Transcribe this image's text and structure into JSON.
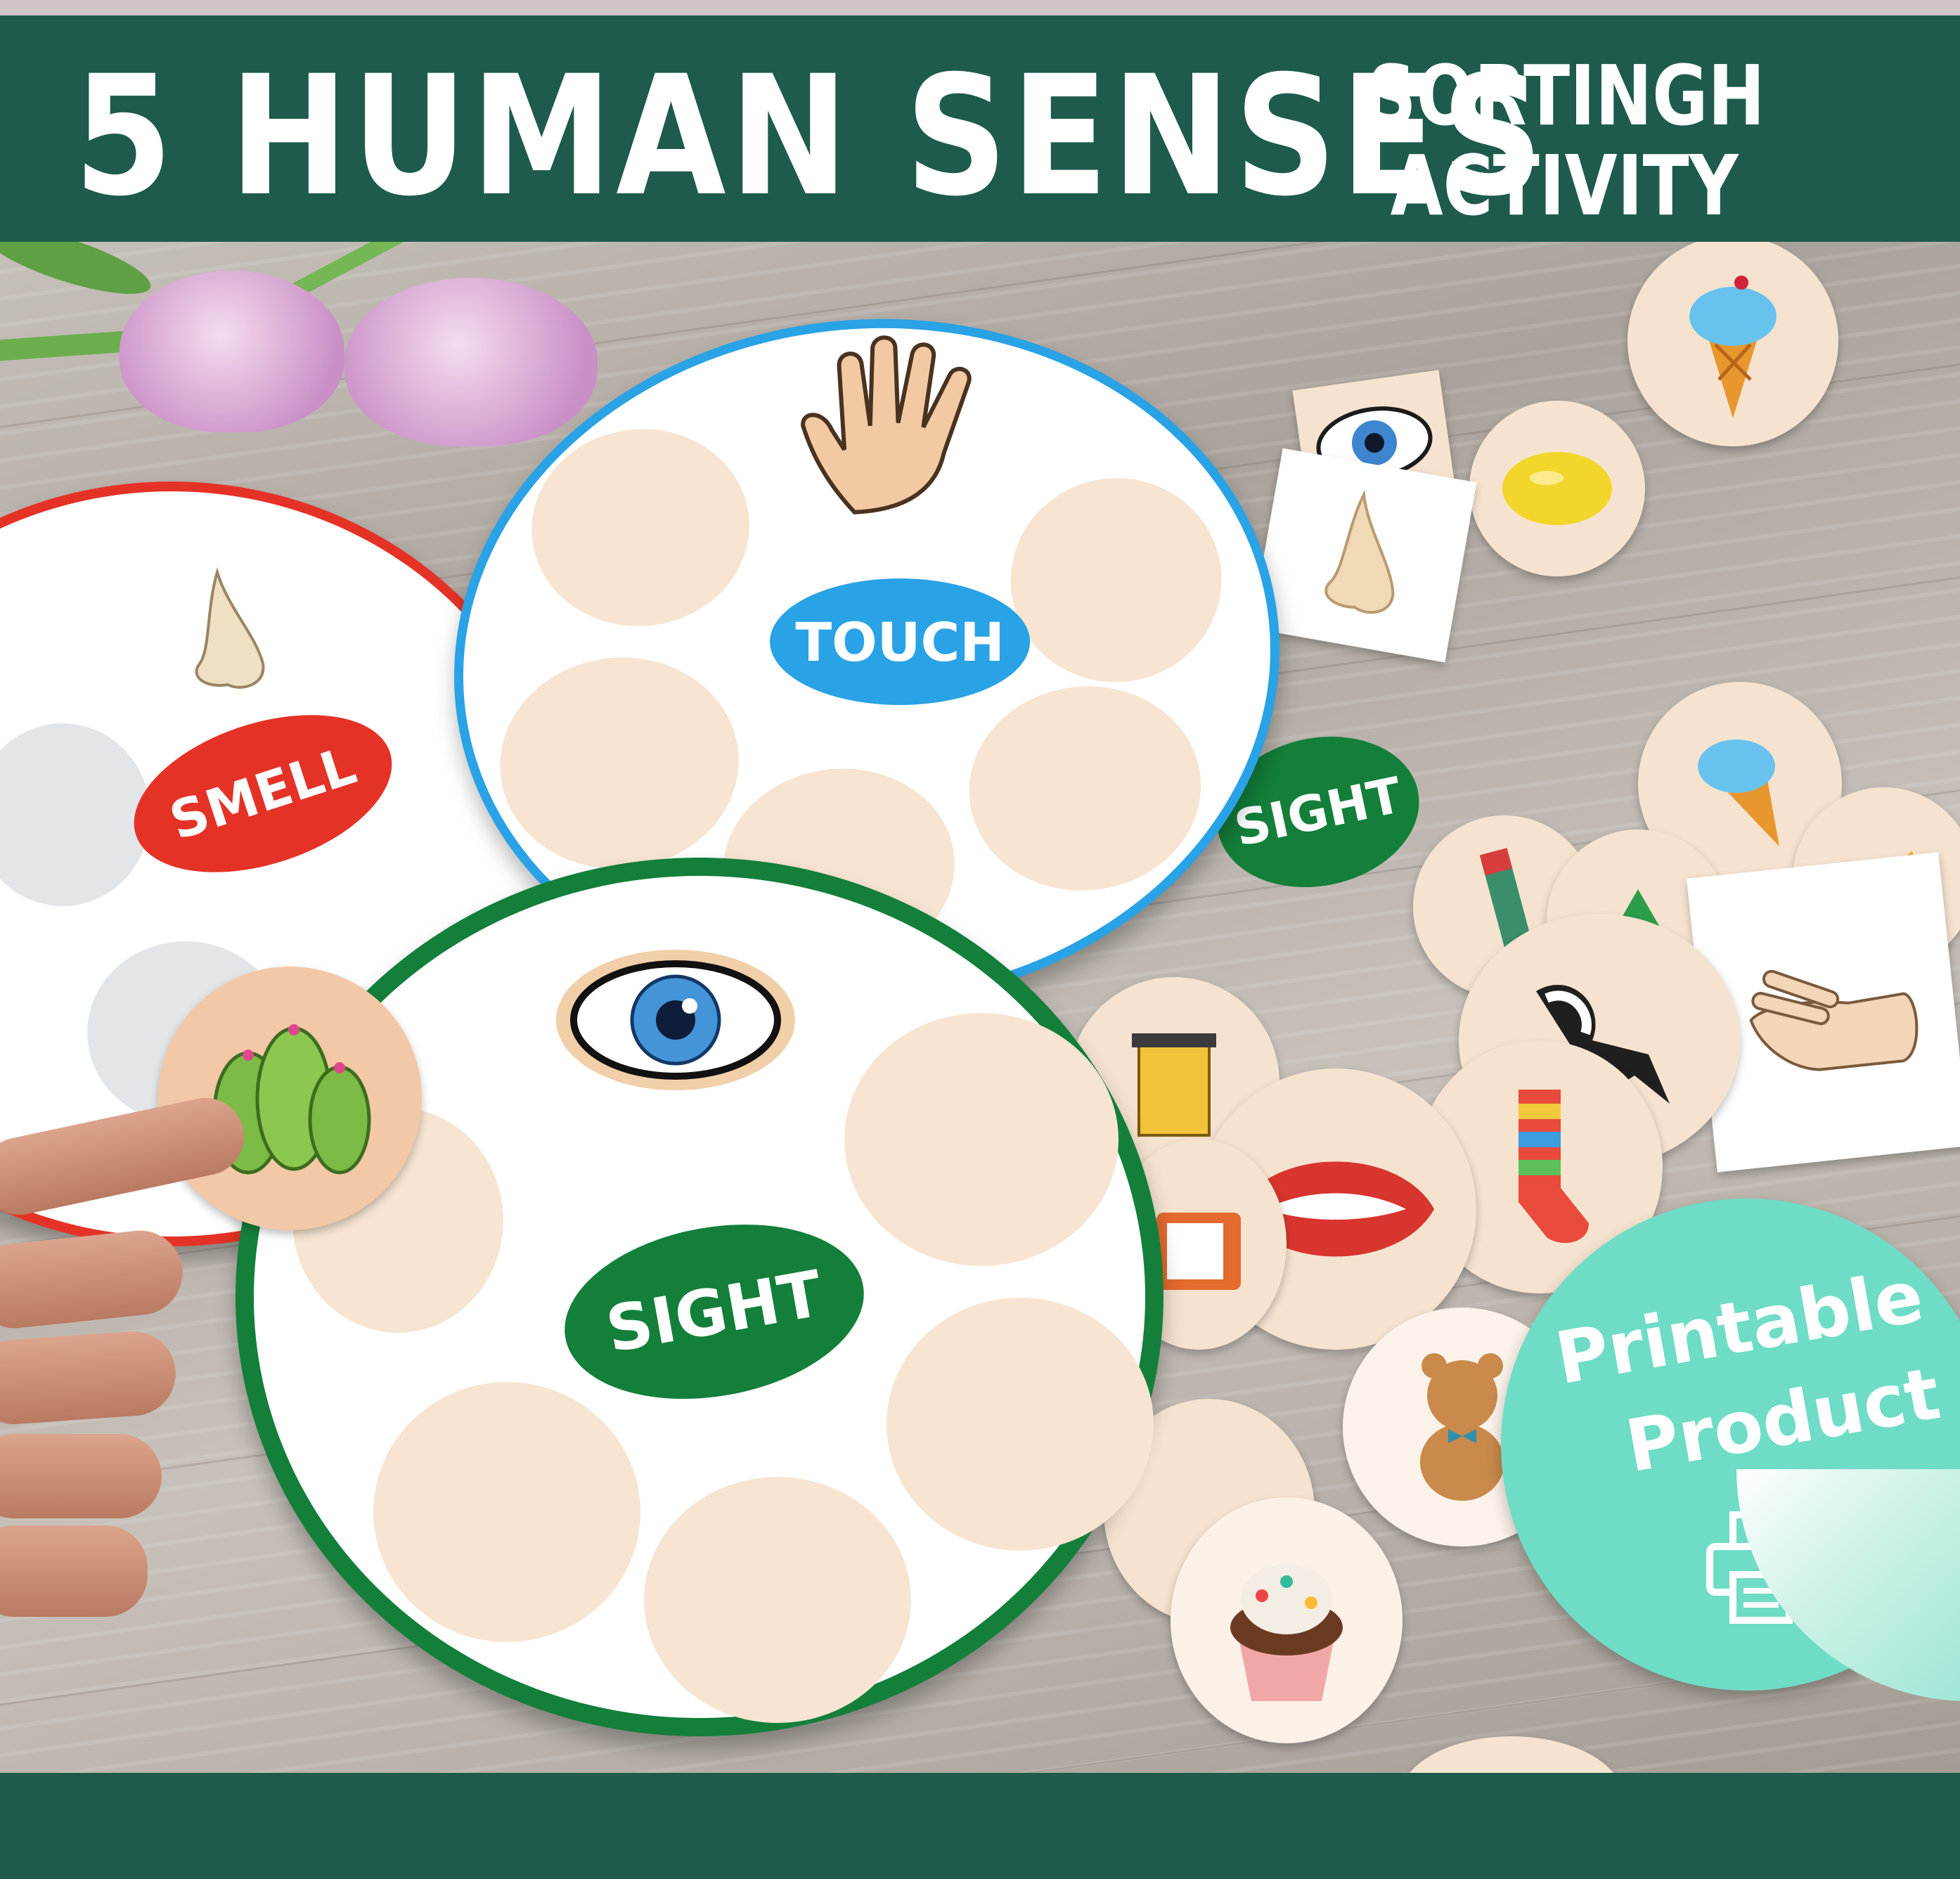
{
  "title": {
    "main": "5 HUMAN SENSES",
    "sub_line1": "SORTINGH",
    "sub_line2": "ACTIVITY"
  },
  "boards": {
    "smell": {
      "label": "SMELL",
      "color": "#e53227",
      "icon": "nose-icon"
    },
    "touch": {
      "label": "TOUCH",
      "color": "#2aa2e6",
      "icon": "hand-icon"
    },
    "sight": {
      "label": "SIGHT",
      "color": "#137f3a",
      "icon": "eye-icon"
    },
    "sight_back": {
      "label": "SIGHT",
      "color": "#137f3a"
    }
  },
  "cards": [
    "ice-cream-icon",
    "eye-icon",
    "lemon-icon",
    "nose-icon",
    "ice-cream-icon",
    "cactus-icon",
    "hand-icon",
    "lips-icon",
    "skunk-icon",
    "sock-icon",
    "teddy-bear-icon",
    "cupcake-icon",
    "cheese-icon",
    "tv-icon",
    "recycle-bin-icon"
  ],
  "badge": {
    "line1": "Printable",
    "line2": "Product",
    "icon": "printer-icon",
    "color": "#6fdcc6"
  },
  "colors": {
    "header": "#1e5b4c",
    "slot": "#f7e5d2"
  }
}
